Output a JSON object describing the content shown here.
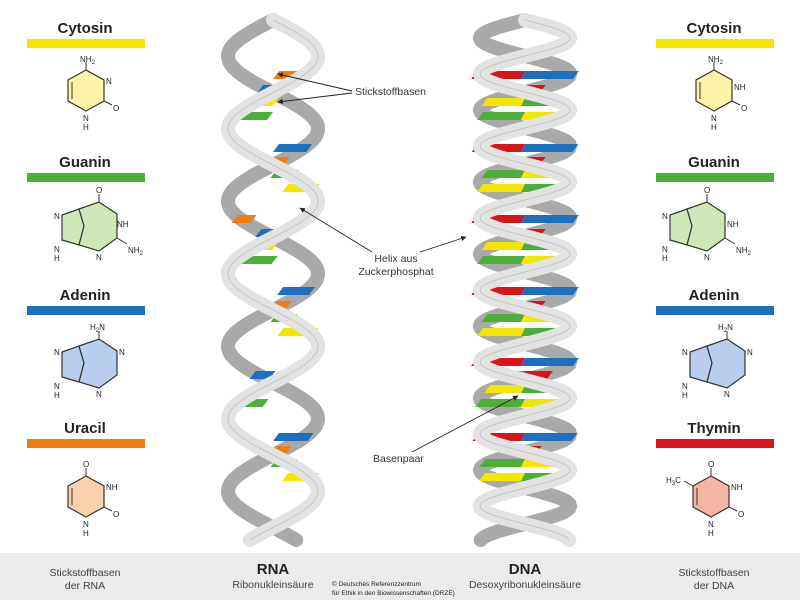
{
  "colors": {
    "cytosine": "#f5e600",
    "guanine": "#4caf3a",
    "adenine": "#1f6fc0",
    "uracil": "#ef7d0f",
    "thymine": "#d9141b",
    "backbone_light": "#e2e2e2",
    "backbone_dark": "#a9a9a9",
    "footer_bg": "#ebebeb"
  },
  "left_panel": {
    "cytosin": "Cytosin",
    "guanin": "Guanin",
    "adenin": "Adenin",
    "uracil": "Uracil"
  },
  "right_panel": {
    "cytosin": "Cytosin",
    "guanin": "Guanin",
    "adenin": "Adenin",
    "thymin": "Thymin"
  },
  "chem": {
    "n": "N",
    "h": "H",
    "o": "O",
    "nh": "NH",
    "nh2_main": "NH",
    "nh2_sub": "2",
    "h2n_main": "H",
    "h2n_sub": "2",
    "h2n_n": "N",
    "h3c_main": "H",
    "h3c_sub": "3",
    "h3c_c": "C"
  },
  "callouts": {
    "stickstoffbasen": "Stickstoffbasen",
    "helix_line1": "Helix aus",
    "helix_line2": "Zuckerphosphat",
    "basenpaar": "Basenpaar"
  },
  "footer": {
    "left_line1": "Stickstoffbasen",
    "left_line2": "der RNA",
    "rna_title": "RNA",
    "rna_subtitle": "Ribonukleinsäure",
    "dna_title": "DNA",
    "dna_subtitle": "Desoxyribonukleinsäure",
    "right_line1": "Stickstoffbasen",
    "right_line2": "der DNA",
    "copyright_line1": "© Deutsches Referenzzentrum",
    "copyright_line2": "für Ethik in den Biowissenschaften (DRZE)"
  }
}
